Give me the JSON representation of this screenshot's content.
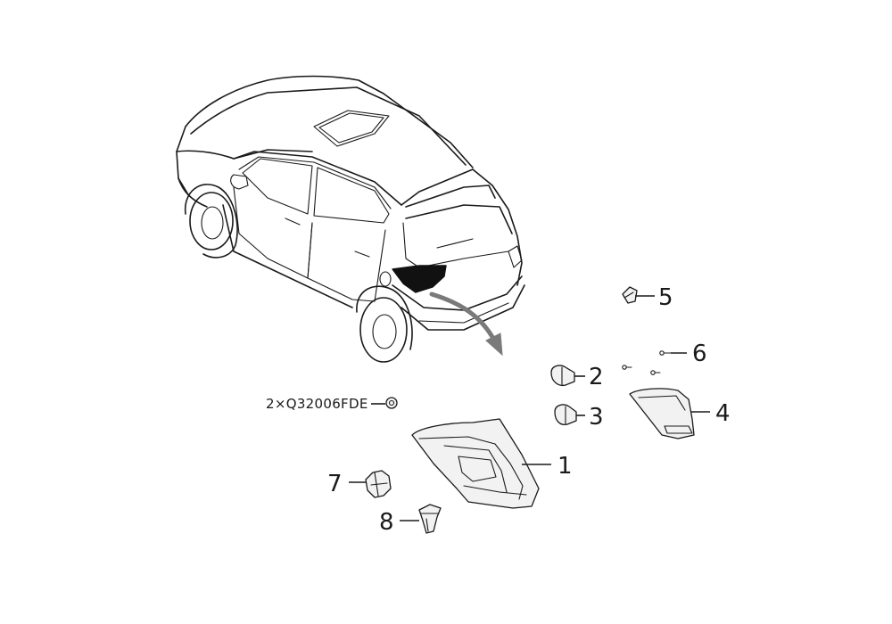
{
  "callouts": {
    "c1": "1",
    "c2": "2",
    "c3": "3",
    "c4": "4",
    "c5": "5",
    "c6": "6",
    "c7": "7",
    "c8": "8"
  },
  "fastener_note": "2×Q32006FDE",
  "colors": {
    "line": "#1a1a1a",
    "highlight": "#111111",
    "part_fill": "#f2f2f2",
    "arrow_fill": "#7a7a7a"
  }
}
